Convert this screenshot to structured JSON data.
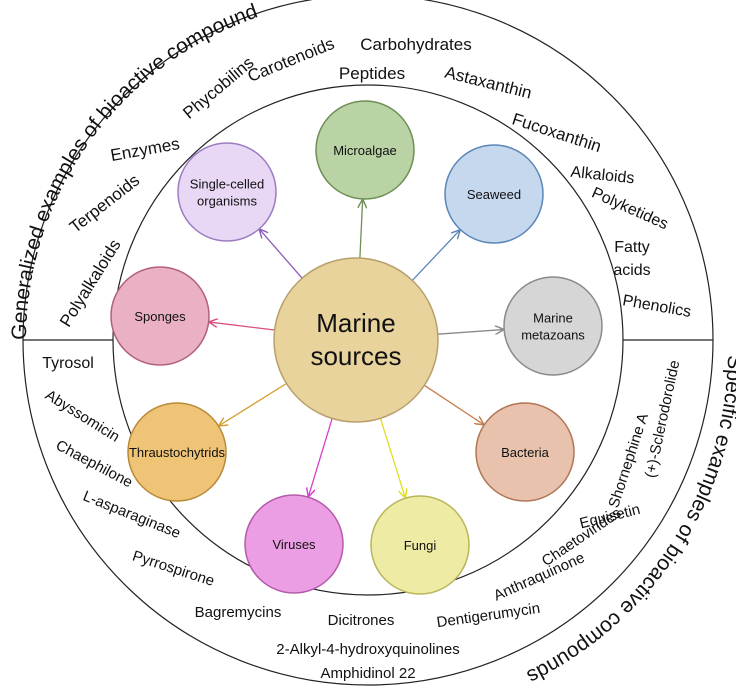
{
  "outer_arcs": {
    "generalized": "Generalized examples of bioactive compounds",
    "specific": "Specific examples of bioactive compounds"
  },
  "center": {
    "line1": "Marine",
    "line2": "sources",
    "fill": "#e8d39c",
    "stroke": "#b8a06a"
  },
  "nodes": [
    {
      "id": "microalgae",
      "lines": [
        "Microalgae"
      ],
      "fill": "#b9d3a4",
      "stroke": "#6f8f57",
      "arrow": "#6f8f57"
    },
    {
      "id": "seaweed",
      "lines": [
        "Seaweed"
      ],
      "fill": "#c5d8ee",
      "stroke": "#5b86b8",
      "arrow": "#5b86b8"
    },
    {
      "id": "marine-metazoans",
      "lines": [
        "Marine",
        "metazoans"
      ],
      "fill": "#d6d6d6",
      "stroke": "#8a8a8a",
      "arrow": "#8a8a8a"
    },
    {
      "id": "bacteria",
      "lines": [
        "Bacteria"
      ],
      "fill": "#e8c2ac",
      "stroke": "#b07656",
      "arrow": "#c77a45"
    },
    {
      "id": "fungi",
      "lines": [
        "Fungi"
      ],
      "fill": "#eeeca4",
      "stroke": "#b9b55a",
      "arrow": "#e0de20"
    },
    {
      "id": "viruses",
      "lines": [
        "Viruses"
      ],
      "fill": "#ec9ee4",
      "stroke": "#b55aab",
      "arrow": "#d540d0"
    },
    {
      "id": "thraustochytrids",
      "lines": [
        "Thraustochytrids"
      ],
      "fill": "#efc477",
      "stroke": "#b98a38",
      "arrow": "#d4a030"
    },
    {
      "id": "sponges",
      "lines": [
        "Sponges"
      ],
      "fill": "#eab0c4",
      "stroke": "#b0607c",
      "arrow": "#d8507a"
    },
    {
      "id": "single-celled-organisms",
      "lines": [
        "Single-celled",
        "organisms"
      ],
      "fill": "#e8d8f6",
      "stroke": "#9c7cc0",
      "arrow": "#8a5cb8"
    }
  ],
  "generalized_compounds": [
    "Polyalkaloids",
    "Terpenoids",
    "Enzymes",
    "Phycobilins",
    "Carotenoids",
    "Peptides",
    "Carbohydrates",
    "Astaxanthin",
    "Fucoxanthin",
    "Alkaloids",
    "Polyketides",
    "Fatty",
    "acids",
    "Phenolics"
  ],
  "specific_compounds": [
    "Tyrosol",
    "Abyssomicin",
    "Chaephilone",
    "L-asparaginase",
    "Pyrrospirone",
    "Bagremycins",
    "Dicitrones",
    "Dentigerumycin",
    "2-Alkyl-4-hydroxyquinolines",
    "Amphidinol 22",
    "Anthraquinone",
    "Chaetovirides",
    "Equisetin",
    "Shornephine A",
    "(+)-Sclerodorolide"
  ]
}
